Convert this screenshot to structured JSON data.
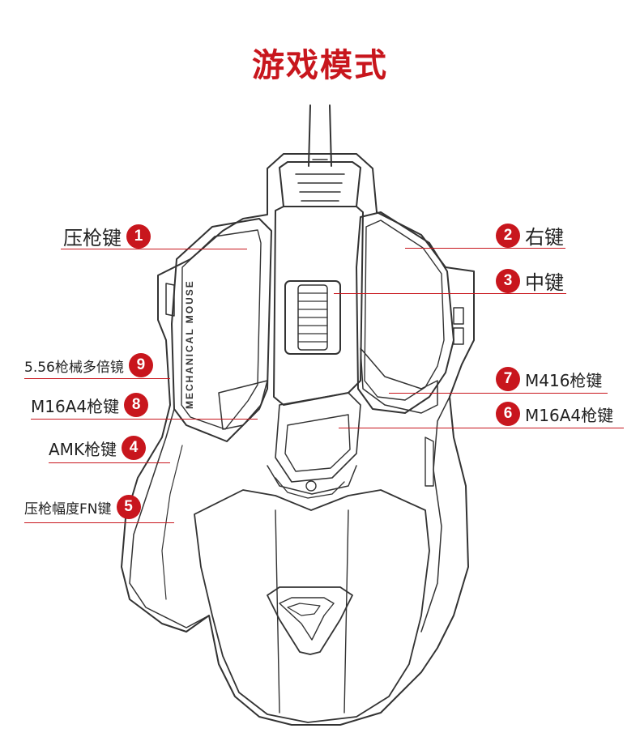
{
  "title": "游戏模式",
  "accent_color": "#c8161d",
  "mouse_logo_text": "MECHANICAL MOUSE",
  "callouts": [
    {
      "num": "1",
      "text": "压枪键",
      "side": "left"
    },
    {
      "num": "2",
      "text": "右键",
      "side": "right"
    },
    {
      "num": "3",
      "text": "中键",
      "side": "right"
    },
    {
      "num": "9",
      "text": "5.56枪械多倍镜",
      "side": "left"
    },
    {
      "num": "7",
      "text": "M416枪键",
      "side": "right"
    },
    {
      "num": "8",
      "text": "M16A4枪键",
      "side": "left"
    },
    {
      "num": "6",
      "text": "M16A4枪键",
      "side": "right"
    },
    {
      "num": "4",
      "text": "AMK枪键",
      "side": "left"
    },
    {
      "num": "5",
      "text": "压枪幅度FN键",
      "side": "left"
    }
  ]
}
